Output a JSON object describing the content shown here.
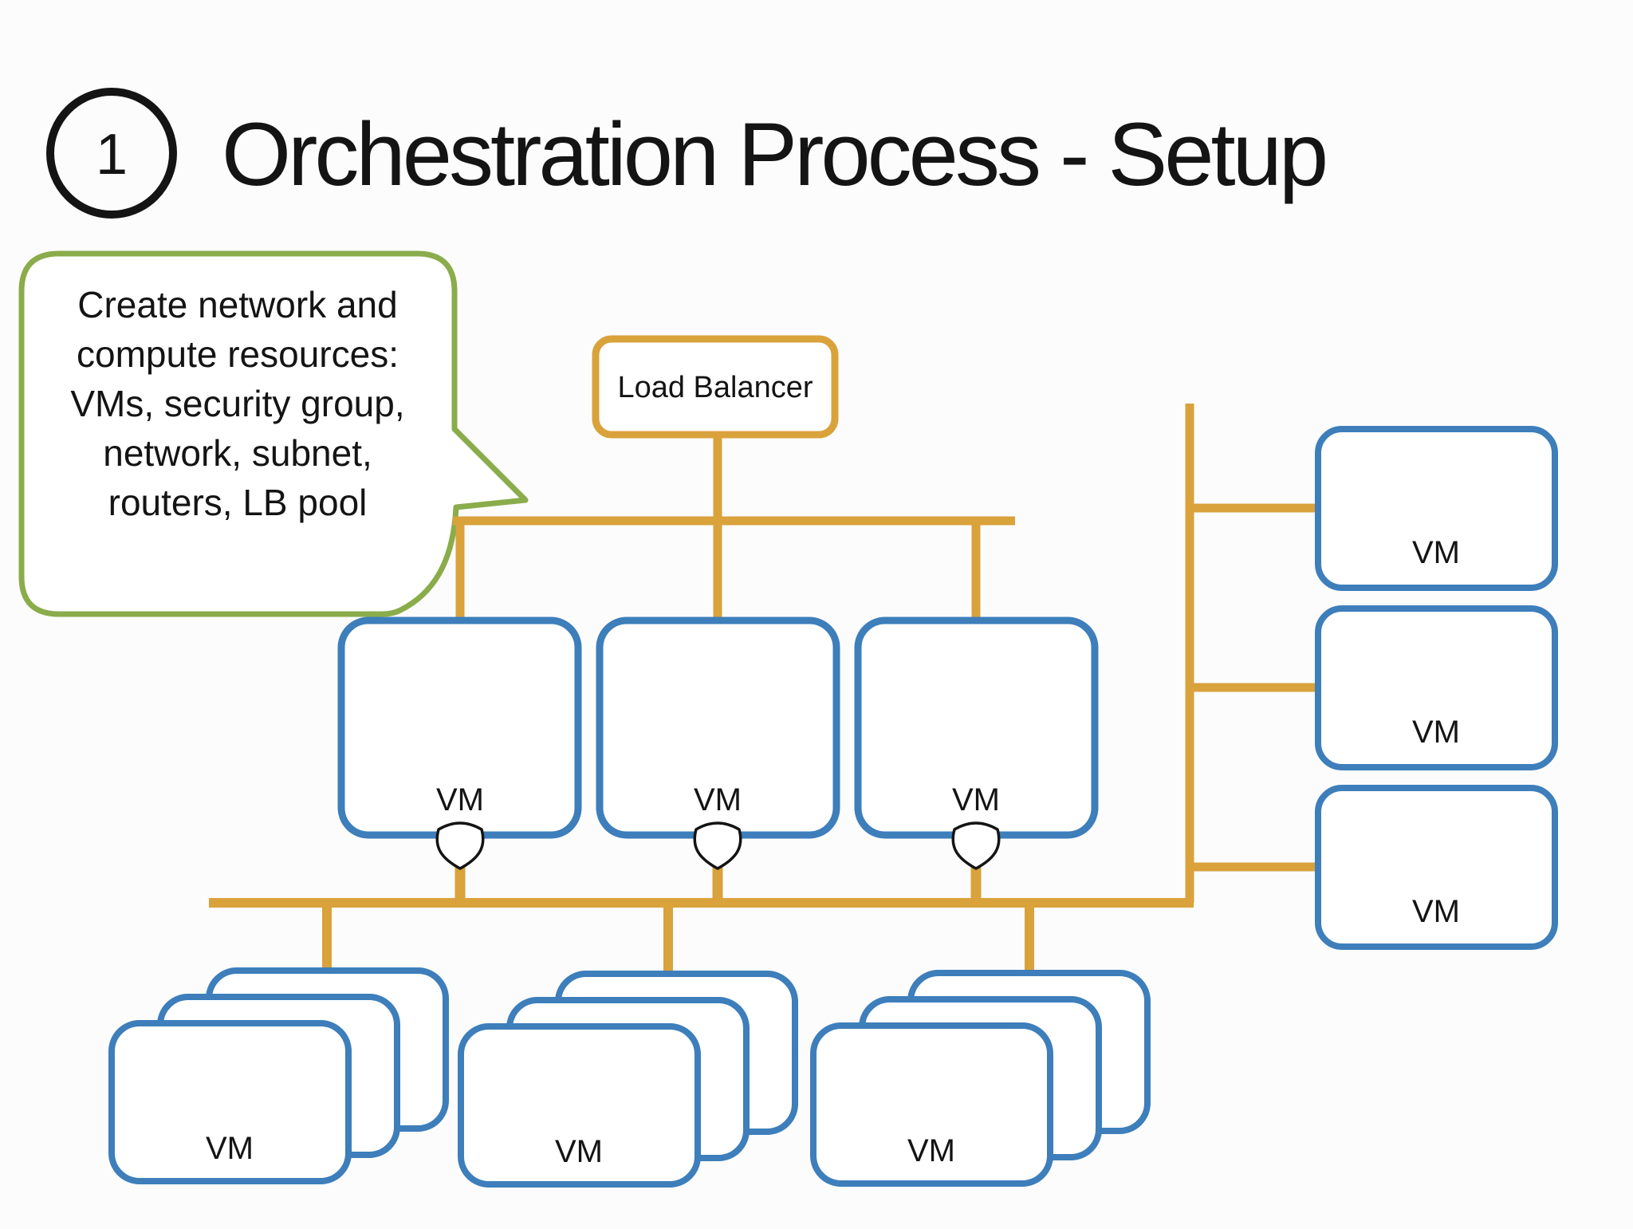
{
  "slide": {
    "step_number": "1",
    "title": "Orchestration Process - Setup"
  },
  "callout": {
    "lines": [
      "Create network and",
      "compute resources:",
      "VMs, security group,",
      "network, subnet,",
      "routers, LB pool"
    ]
  },
  "load_balancer": {
    "label": "Load Balancer"
  },
  "middle_row": [
    {
      "label": "VM"
    },
    {
      "label": "VM"
    },
    {
      "label": "VM"
    }
  ],
  "right_column": [
    {
      "label": "VM"
    },
    {
      "label": "VM"
    },
    {
      "label": "VM"
    }
  ],
  "bottom_stacks": [
    {
      "label": "VM",
      "boxes_in_stack": 3
    },
    {
      "label": "VM",
      "boxes_in_stack": 3
    },
    {
      "label": "VM",
      "boxes_in_stack": 3
    }
  ],
  "colors": {
    "connector": "#d9a23b",
    "vm_border": "#3d7ebb",
    "callout_border": "#8aac4b",
    "ink": "#141414",
    "background": "#fcfcfc"
  }
}
